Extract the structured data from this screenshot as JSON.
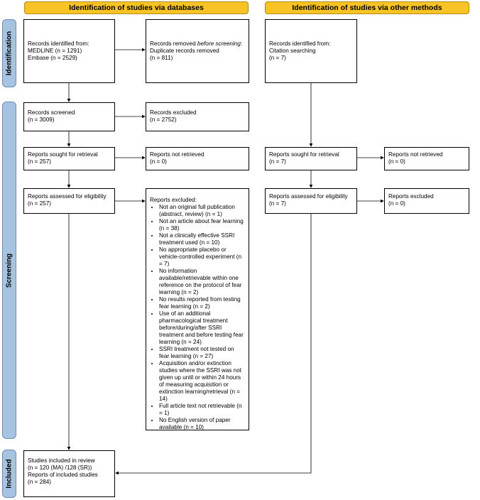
{
  "headers": {
    "databases": "Identification of studies via databases",
    "other": "Identification of studies via other methods"
  },
  "phases": {
    "identification": "Identification",
    "screening": "Screening",
    "included": "Included"
  },
  "db": {
    "identified": {
      "l1": "Records identified from:",
      "l2": "MEDLINE (n = 1291)",
      "l3": "Embase (n = 2529)"
    },
    "removed": {
      "l1_pre": "Records removed ",
      "l1_em": "before screening",
      "l1_post": ":",
      "l2": "Duplicate records removed",
      "l3": "(n = 811)"
    },
    "screened": {
      "l1": "Records screened",
      "l2": "(n = 3009)"
    },
    "excluded": {
      "l1": "Records excluded",
      "l2": "(n = 2752)"
    },
    "sought": {
      "l1": "Reports sought for retrieval",
      "l2": "(n = 257)"
    },
    "not_retrieved": {
      "l1": "Reports not retrieved",
      "l2": "(n = 0)"
    },
    "assessed": {
      "l1": "Reports assessed for eligibility",
      "l2": "(n = 257)"
    },
    "reports_excluded": {
      "title": "Reports excluded:",
      "items": [
        "Not an original full publication (abstract, review) (n = 1)",
        "Not an article about fear learning (n = 38)",
        "Not a clinically effective SSRI treatment used (n = 10)",
        "No appropriate placebo or vehicle-controlled experiment (n = 7)",
        "No information available/retrievable within one reference on the protocol of fear learning (n = 2)",
        "No results reported from testing fear learning (n = 2)",
        "Use of an additional pharmacological treatment before/during/after SSRI treatment and before testing fear learning (n = 24)",
        "SSRI treatment not tested on fear learning (n = 27)",
        "Acquisition and/or extinction studies where the SSRI was not given up until or within 24 hours of measuring acquisition or extinction learning/retrieval (n = 14)",
        "Full article text not retrievable (n = 1)",
        "No English version of paper available (n = 10)"
      ]
    },
    "included": {
      "l1": "Studies included in review",
      "l2": "(n = 120 (MA) /128 (SR))",
      "l3": "Reports of included studies",
      "l4": "(n = 284)"
    }
  },
  "other": {
    "identified": {
      "l1": "Records identified from:",
      "l2": "Citation searching",
      "l3": "(n = 7)"
    },
    "sought": {
      "l1": "Reports sought for retrieval",
      "l2": "(n = 7)"
    },
    "not_retrieved": {
      "l1": "Reports not retrieved",
      "l2": "(n = 0)"
    },
    "assessed": {
      "l1": "Reports assessed for eligibility",
      "l2": "(n = 7)"
    },
    "excluded": {
      "l1": "Reports excluded",
      "l2": "(n = 0)"
    }
  }
}
